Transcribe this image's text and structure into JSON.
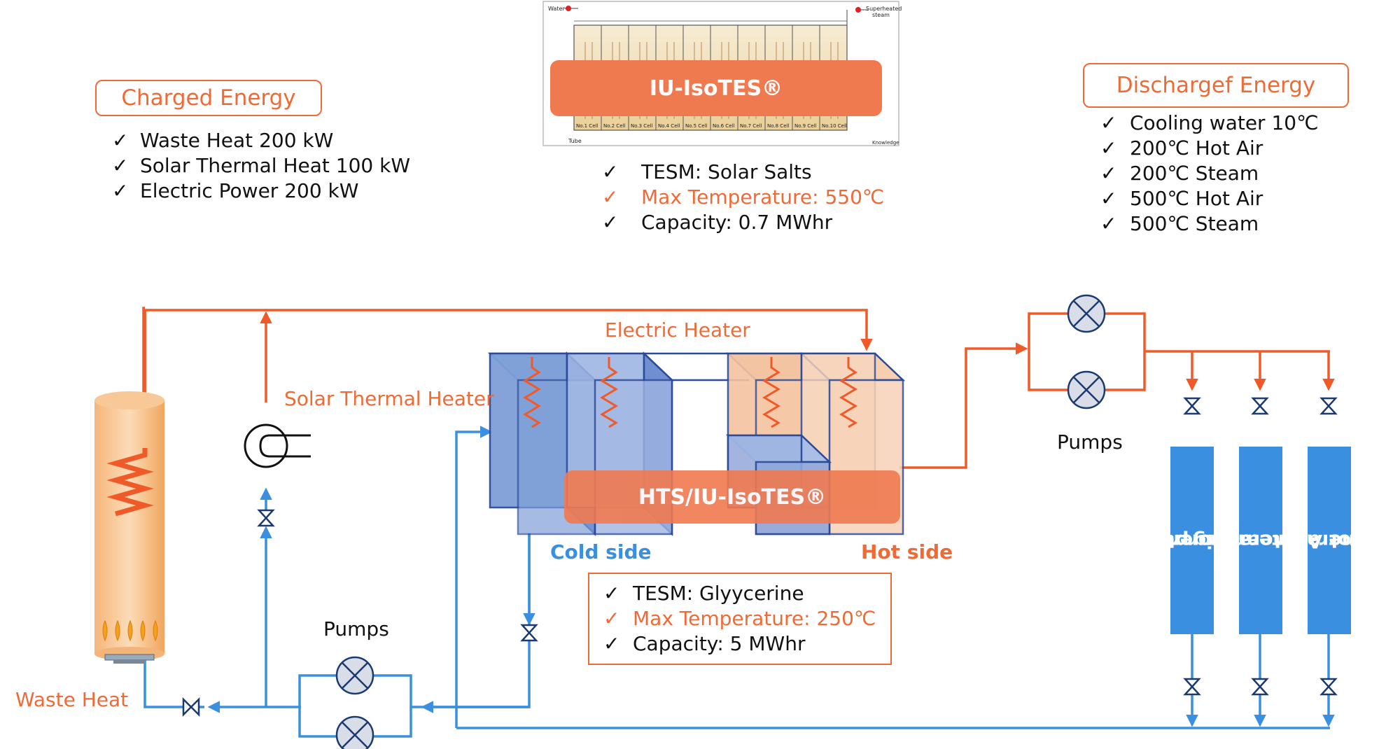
{
  "charged": {
    "title": "Charged Energy",
    "items": [
      "Waste Heat 200 kW",
      "Solar Thermal Heat 100 kW",
      "Electric Power 200 kW"
    ]
  },
  "iso_tes": {
    "banner": "IU-IsoTES®",
    "thumb": {
      "water": "Water",
      "steam_a": "Superheated",
      "steam_b": "steam",
      "tube": "Tube",
      "knowledge": "Knowledge",
      "cells": [
        "No.1 Cell",
        "No.2 Cell",
        "No.3 Cell",
        "No.4 Cell",
        "No.5 Cell",
        "No.6 Cell",
        "No.7 Cell",
        "No.8 Cell",
        "No.9 Cell",
        "No.10 Cell"
      ]
    },
    "specs": [
      "TESM: Solar Salts",
      "Max Temperature: 550℃",
      "Capacity: 0.7 MWhr"
    ]
  },
  "discharged": {
    "title": "Dischargef Energy",
    "items": [
      "Cooling water 10℃",
      "200℃ Hot Air",
      "200℃ Steam",
      "500℃ Hot Air",
      "500℃ Steam"
    ]
  },
  "labels": {
    "electric_heater": "Electric Heater",
    "solar_thermal_heater": "Solar Thermal Heater",
    "waste_heat": "Waste Heat",
    "pumps_bottom": "Pumps",
    "pumps_right": "Pumps",
    "cold_side": "Cold side",
    "hot_side": "Hot side"
  },
  "hts": {
    "banner": "HTS/IU-IsoTES®",
    "specs": [
      "TESM: Glyycerine",
      "Max Temperature: 250℃",
      "Capacity: 5 MWhr"
    ]
  },
  "generators": [
    {
      "line1": "Absorption",
      "line2": "Refrigerator"
    },
    {
      "line1": "Steam",
      "line2": "Generator"
    },
    {
      "line1": "Hot Air",
      "line2": "Generator"
    }
  ],
  "colors": {
    "accent": "#f06a36",
    "pipe_orange": "#f05a28",
    "pipe_blue": "#3a8fe0",
    "tank_blue": "#7f9fd8",
    "tank_orange": "#f6c9a8"
  }
}
